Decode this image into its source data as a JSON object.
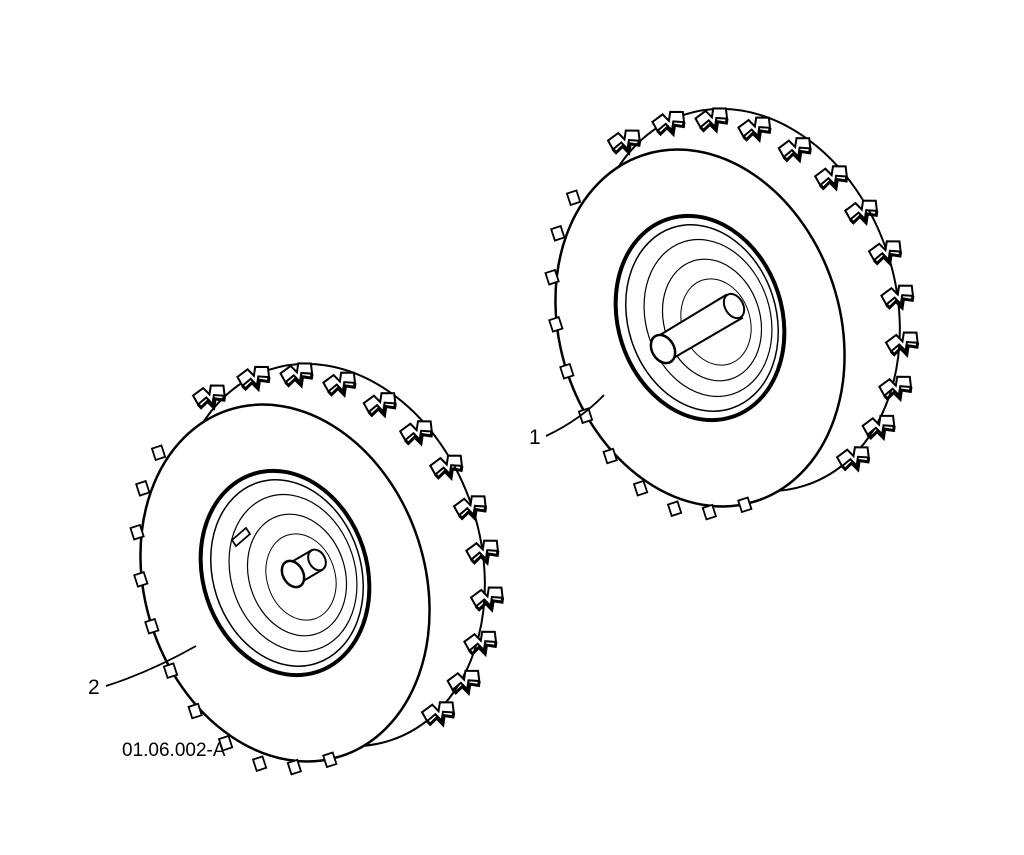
{
  "figure": {
    "id_label": "01.06.002-A"
  },
  "callouts": [
    {
      "label": "1",
      "part": "wheel-right"
    },
    {
      "label": "2",
      "part": "wheel-left"
    }
  ],
  "colors": {
    "line": "#000000",
    "background": "#ffffff"
  }
}
